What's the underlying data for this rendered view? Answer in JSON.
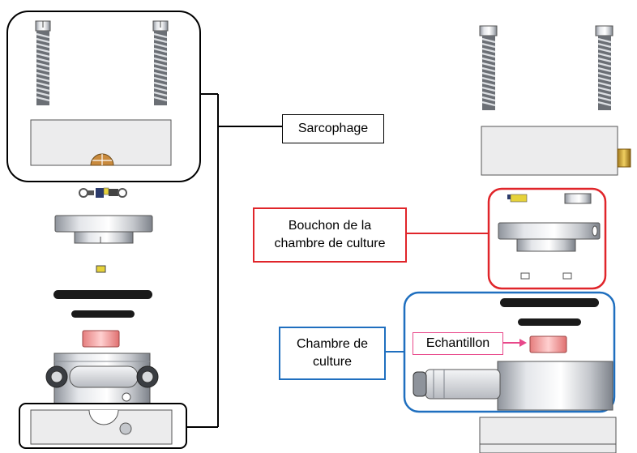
{
  "labels": {
    "sarcophage": "Sarcophage",
    "bouchon_line1": "Bouchon de la",
    "bouchon_line2": "chambre de culture",
    "chambre_line1": "Chambre de",
    "chambre_line2": "culture",
    "echantillon": "Echantillon"
  },
  "colors": {
    "sarcophage_outline": "#000000",
    "bouchon_outline": "#e0252a",
    "chambre_outline": "#1f6fbf",
    "echantillon_outline": "#e8488a",
    "sample_fill": "#f2a0a0",
    "oring_fill": "#1a1a1a",
    "yellow_part": "#e6d23a",
    "metal": "#c4c7cc"
  }
}
